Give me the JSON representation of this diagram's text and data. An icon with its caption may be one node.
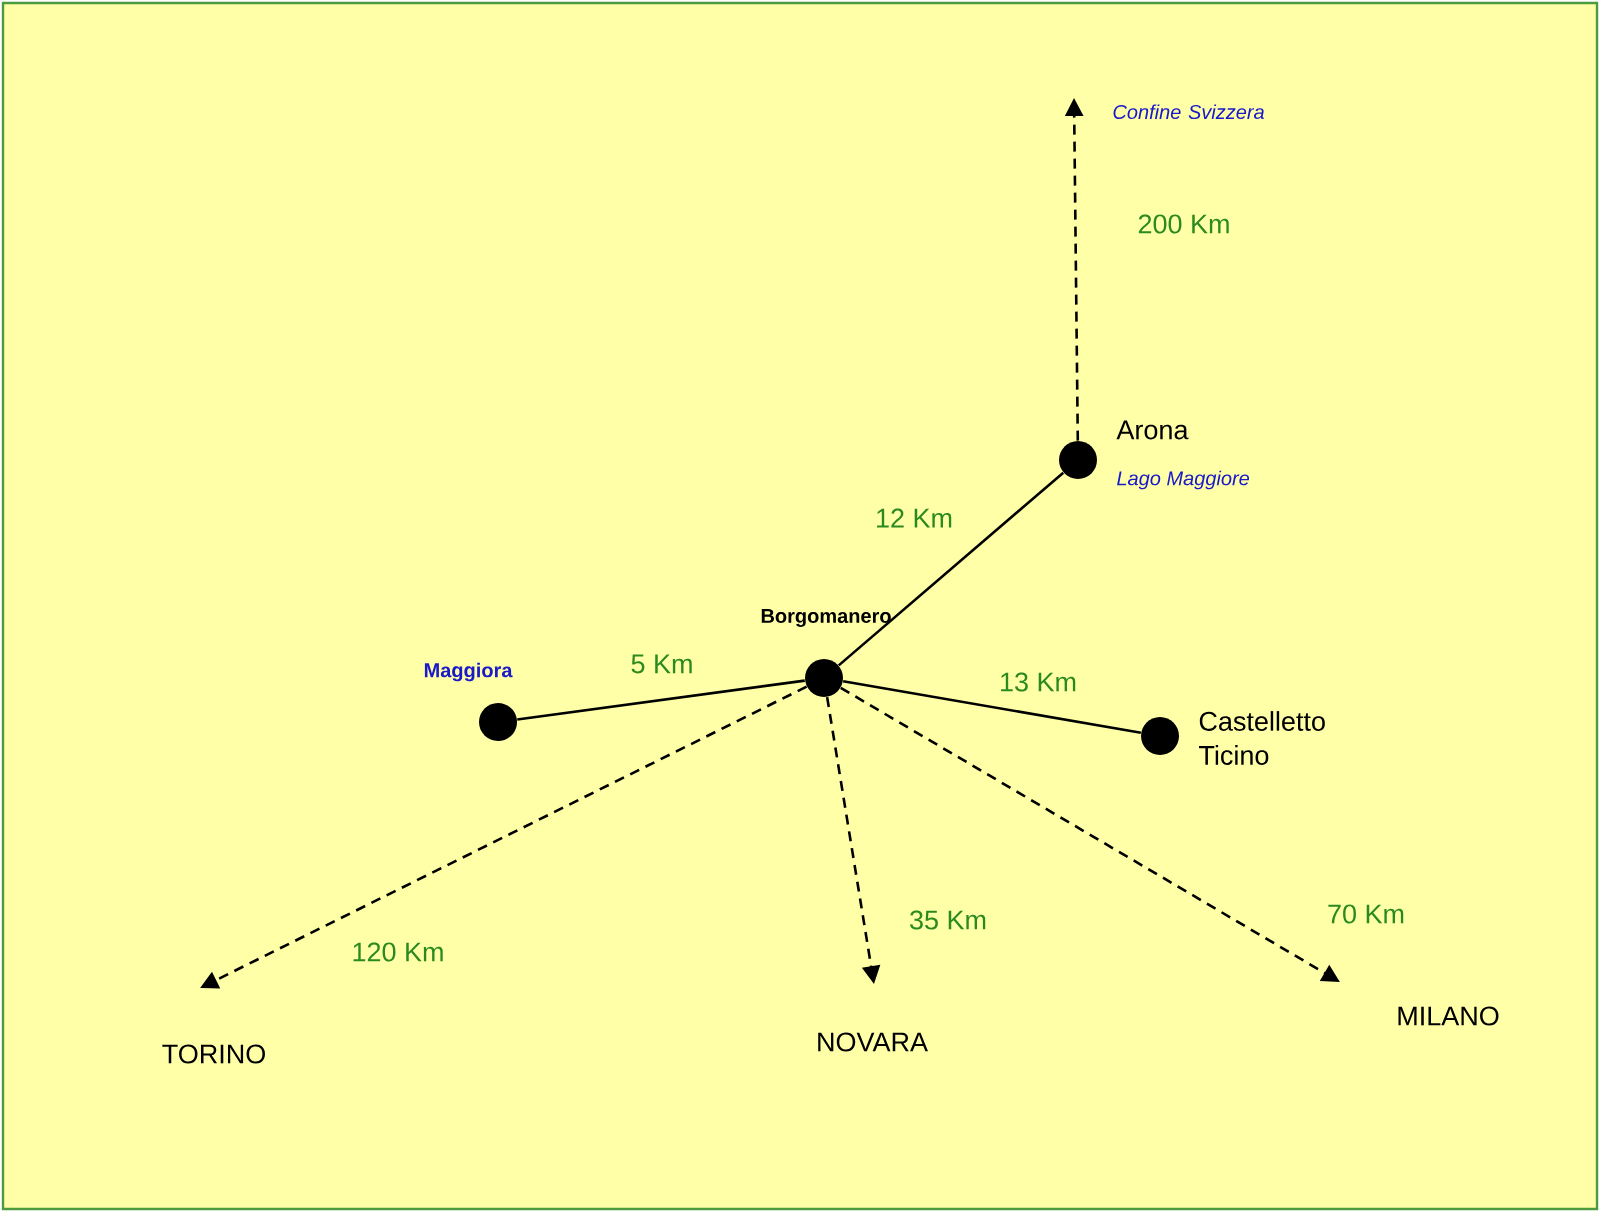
{
  "diagram": {
    "nodes": [
      {
        "text": [],
        "shape": "circle",
        "beside": [
          "Borgomanero"
        ]
      },
      {
        "text": [],
        "shape": "circle",
        "beside": [
          "Arona",
          "Lago Maggiore"
        ]
      },
      {
        "text": [],
        "shape": "circle",
        "beside": [
          "Maggiora"
        ]
      },
      {
        "text": [],
        "shape": "circle",
        "beside": [
          "Castelletto Ticino"
        ]
      },
      {
        "text": [
          "Confine Svizzera"
        ]
      },
      {
        "text": [
          "TORINO"
        ]
      },
      {
        "text": [
          "NOVARA"
        ]
      },
      {
        "text": [
          "MILANO"
        ]
      }
    ],
    "edges": [
      {
        "from": 1,
        "to": 4,
        "arrow": "to",
        "style": "dashed",
        "label": "200 Km"
      },
      {
        "from": 0,
        "to": 1,
        "arrow": "none",
        "label": "12 Km"
      },
      {
        "from": 0,
        "to": 2,
        "arrow": "none",
        "label": "5 Km"
      },
      {
        "from": 0,
        "to": 3,
        "arrow": "none",
        "label": "13 Km"
      },
      {
        "from": 0,
        "to": 5,
        "arrow": "to",
        "style": "dashed",
        "label": "120 Km"
      },
      {
        "from": 0,
        "to": 6,
        "arrow": "to",
        "style": "dashed",
        "label": "35 Km"
      },
      {
        "from": 0,
        "to": 7,
        "arrow": "to",
        "style": "dashed",
        "label": "70 Km"
      }
    ]
  }
}
